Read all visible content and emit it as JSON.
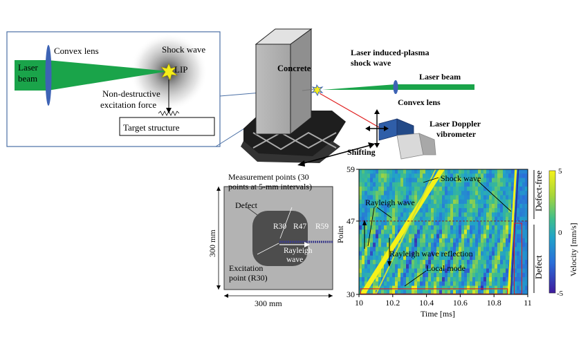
{
  "inset": {
    "laser_beam": [
      "Laser",
      "beam"
    ],
    "convex_lens": "Convex lens",
    "shock_wave": "Shock wave",
    "lip": "LIP",
    "excitation": [
      "Non-destructive",
      "excitation force"
    ],
    "target": "Target structure"
  },
  "setup": {
    "concrete": "Concrete",
    "lip_shock": [
      "Laser induced-plasma",
      "shock wave"
    ],
    "laser_beam": "Laser beam",
    "convex_lens": "Convex lens",
    "ldv": [
      "Laser Doppler",
      "vibrometer"
    ],
    "shifting": "Shifting"
  },
  "specimen": {
    "measurement_points": [
      "Measurement points (30",
      "points at 5-mm intervals)"
    ],
    "defect": "Defect",
    "r30": "R30",
    "r47": "R47",
    "r59": "R59",
    "rayleigh": [
      "Rayleigh",
      "wave"
    ],
    "excitation_point": [
      "Excitation",
      "point (R30)"
    ],
    "width": "300 mm",
    "height": "300 mm"
  },
  "colors": {
    "laser_green": "#1aa44a",
    "lens_blue": "#3d63b5",
    "defect_gray": "#4d4d4d",
    "plate_gray": "#b3b3b3",
    "box_blue": "#4a6fa5",
    "red_line": "#e02020"
  },
  "chart_data": {
    "type": "heatmap",
    "xlabel": "Time [ms]",
    "ylabel": "Point",
    "x_ticks": [
      "10",
      "10.2",
      "10.4",
      "10.6",
      "10.8",
      "11"
    ],
    "y_ticks": [
      "30",
      "47",
      "59"
    ],
    "xlim": [
      10,
      11
    ],
    "ylim": [
      30,
      59
    ],
    "colorbar": {
      "label": "Velocity [mm/s]",
      "ticks": [
        "5",
        "0",
        "-5"
      ],
      "range": [
        -5,
        5
      ]
    },
    "regions": [
      "Defect-free",
      "Defect"
    ],
    "annotations": [
      "Shock wave",
      "Rayleigh wave",
      "Rayleigh wave reflection",
      "Local mode"
    ]
  }
}
